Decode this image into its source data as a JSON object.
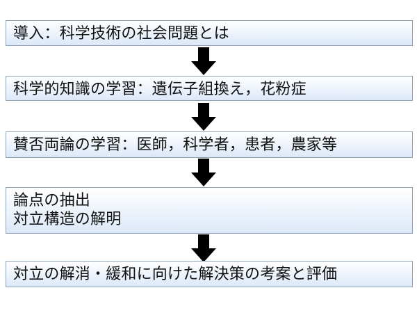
{
  "steps": [
    {
      "lines": [
        "導入：科学技術の社会問題とは"
      ]
    },
    {
      "lines": [
        "科学的知識の学習：遺伝子組換え，花粉症"
      ]
    },
    {
      "lines": [
        "賛否両論の学習：医師，科学者，患者，農家等"
      ]
    },
    {
      "lines": [
        "論点の抽出",
        "対立構造の解明"
      ]
    },
    {
      "lines": [
        "対立の解消・緩和に向けた解決策の考案と評価"
      ]
    }
  ],
  "colors": {
    "box_border": "#8fa3b8",
    "box_gradient_top": "#ffffff",
    "box_gradient_bottom": "#dce8f8",
    "arrow": "#000000",
    "text": "#111111"
  }
}
